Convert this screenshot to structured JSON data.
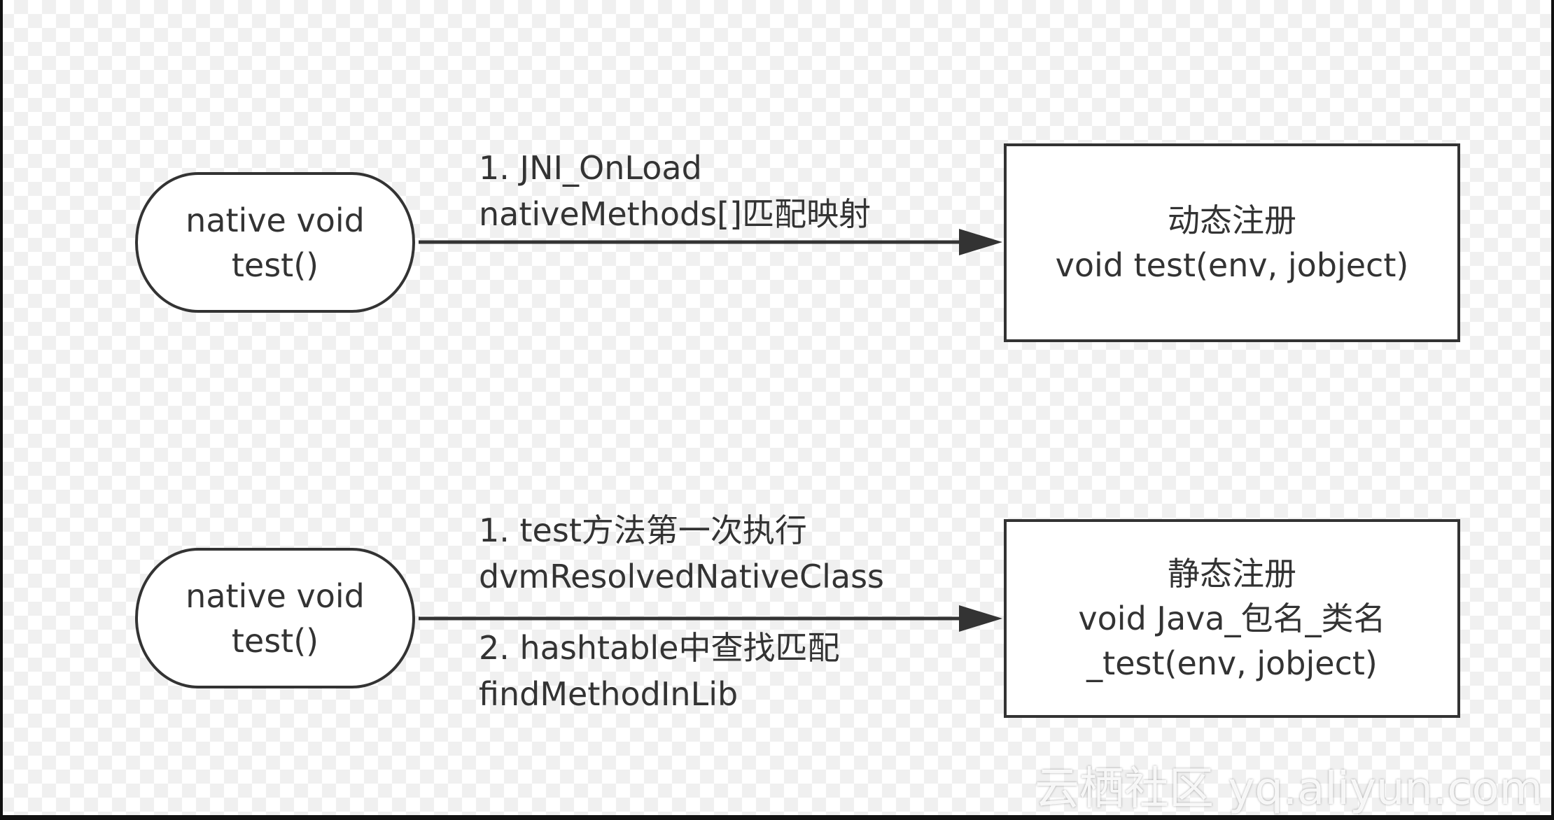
{
  "diagram": {
    "top": {
      "source": {
        "line1": "native void",
        "line2": "test()"
      },
      "label": {
        "line1": "1. JNI_OnLoad",
        "line2": "nativeMethods[]匹配映射"
      },
      "target": {
        "line1": "动态注册",
        "line2": "void test(env, jobject)"
      }
    },
    "bottom": {
      "source": {
        "line1": "native void",
        "line2": "test()"
      },
      "label_above": {
        "line1": "1. test方法第一次执行",
        "line2": "dvmResolvedNativeClass"
      },
      "label_below": {
        "line1": "2. hashtable中查找匹配",
        "line2": "findMethodInLib"
      },
      "target": {
        "line1": "静态注册",
        "line2": "void Java_包名_类名",
        "line3": "_test(env, jobject)"
      }
    }
  },
  "watermark": "云栖社区 yq.aliyun.com",
  "colors": {
    "stroke": "#333333",
    "background": "#ffffff"
  }
}
